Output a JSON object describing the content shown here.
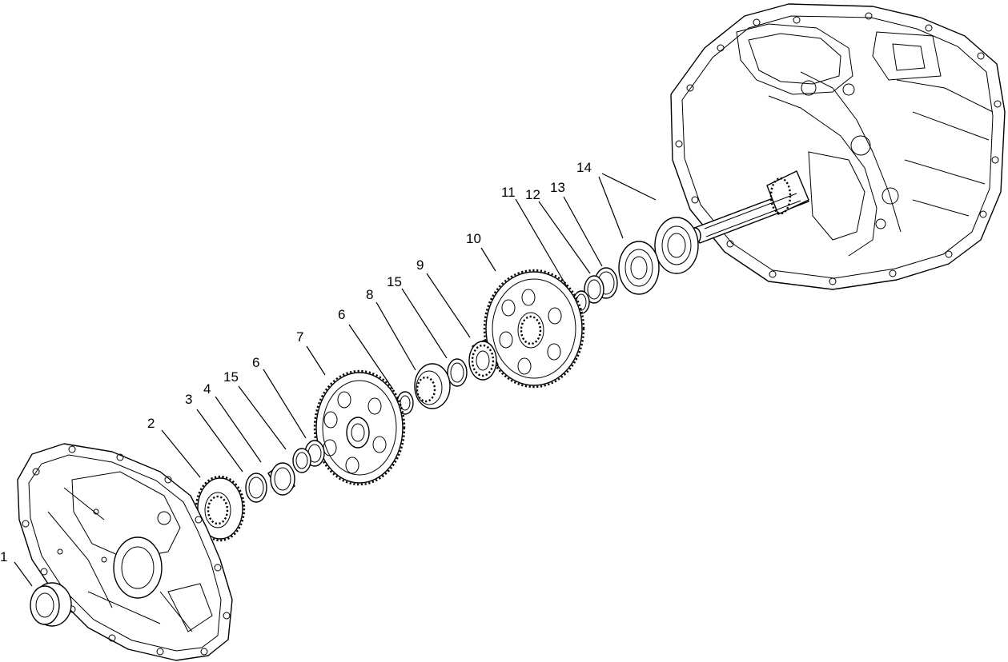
{
  "callouts": [
    {
      "label": "1"
    },
    {
      "label": "2"
    },
    {
      "label": "3"
    },
    {
      "label": "4"
    },
    {
      "label": "15"
    },
    {
      "label": "6"
    },
    {
      "label": "7"
    },
    {
      "label": "6"
    },
    {
      "label": "8"
    },
    {
      "label": "15"
    },
    {
      "label": "9"
    },
    {
      "label": "10"
    },
    {
      "label": "11"
    },
    {
      "label": "12"
    },
    {
      "label": "13"
    },
    {
      "label": "14"
    }
  ]
}
